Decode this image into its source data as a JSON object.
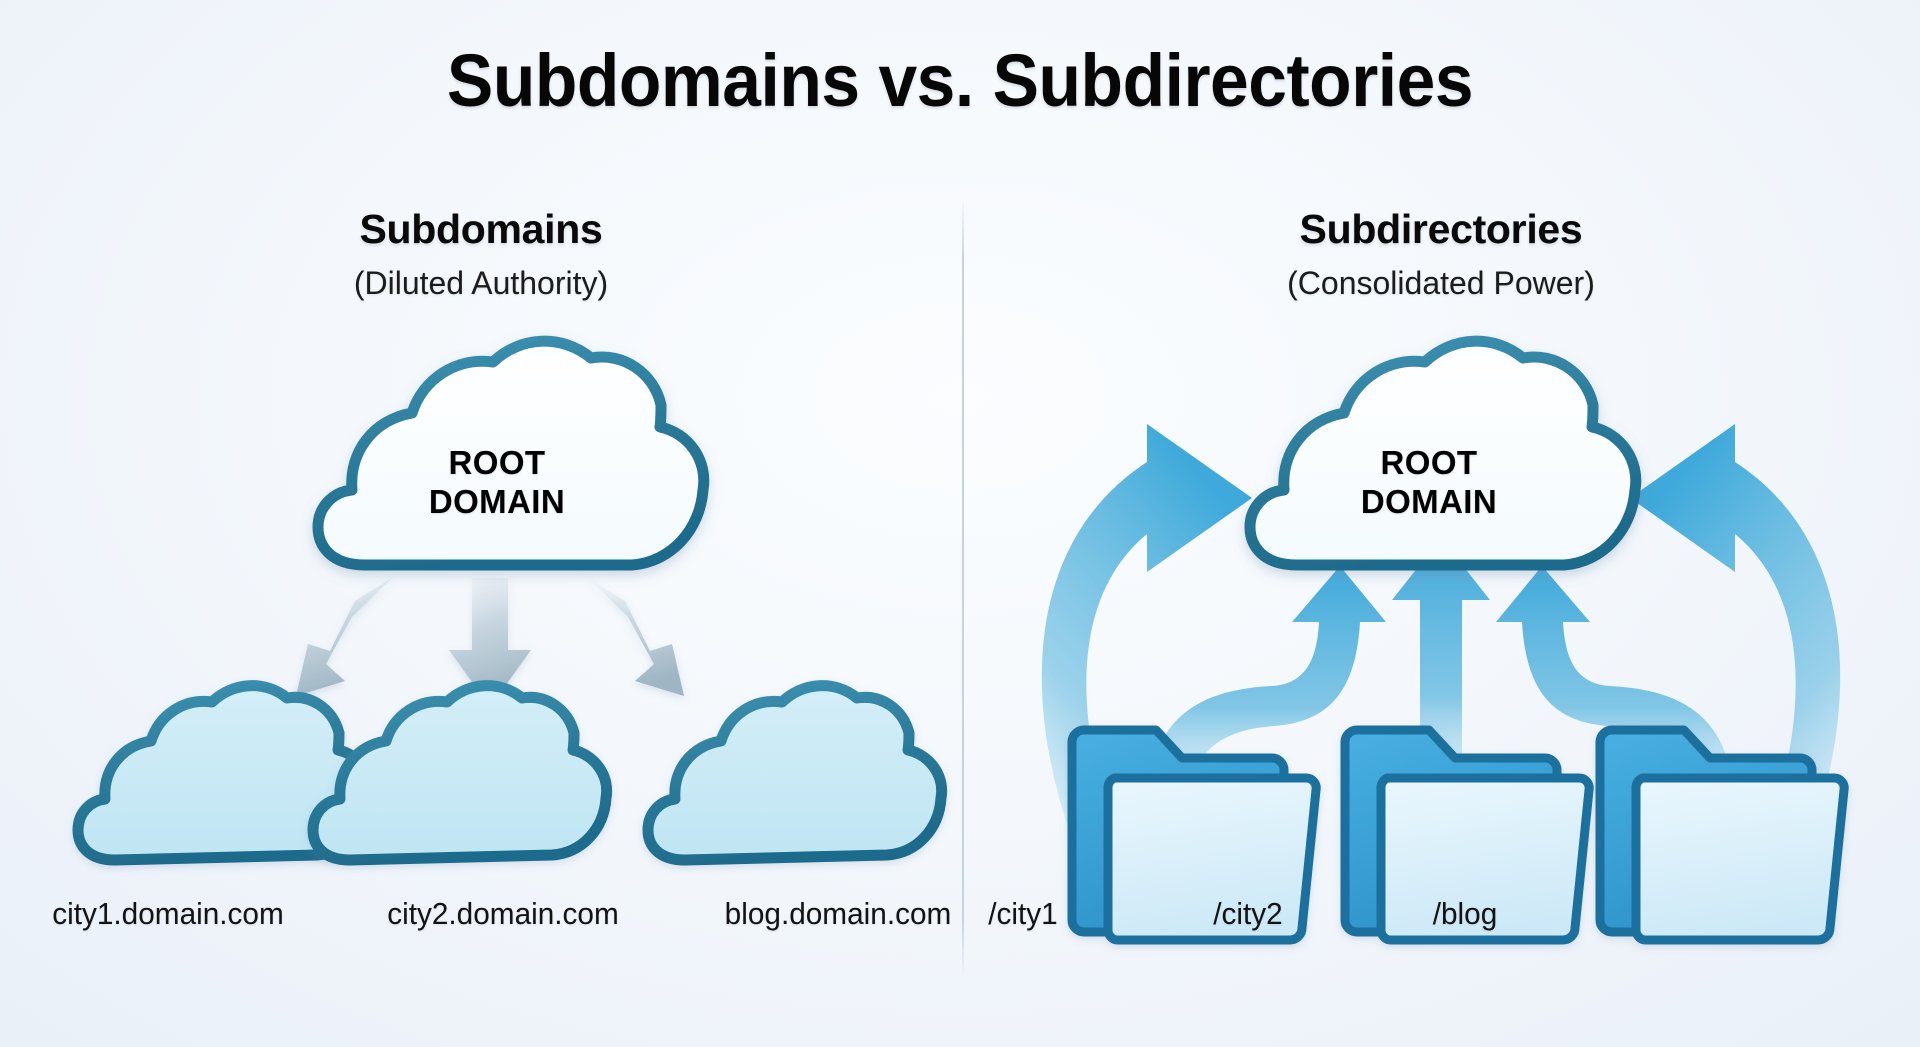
{
  "title": "Subdomains vs. Subdirectories",
  "colors": {
    "background": "#f4f8fc",
    "cloud_outline": "#2b7a99",
    "cloud_fill_light": "#c9e9f4",
    "cloud_fill_root": "#fdfeff",
    "folder_back": "#3ba5dd",
    "folder_front": "#dcf0fa",
    "folder_outline": "#2077a8",
    "arrow_blue": "#4fb3de",
    "arrow_gray": "#b6c7d2",
    "divider": "#bccbda",
    "text": "#0a0a0a"
  },
  "left_panel": {
    "heading": "Subdomains",
    "subheading": "(Diluted Authority)",
    "root_label": "ROOT\nDOMAIN",
    "root_label_line1": "ROOT",
    "root_label_line2": "DOMAIN",
    "node_icon": "cloud-icon",
    "arrow_icon": "arrow-down-gray-icon",
    "arrow_direction": "outward-from-root",
    "nodes": [
      {
        "caption": "city1.domain.com"
      },
      {
        "caption": "city2.domain.com"
      },
      {
        "caption": "blog.domain.com"
      }
    ]
  },
  "right_panel": {
    "heading": "Subdirectories",
    "subheading": "(Consolidated Power)",
    "root_label": "ROOT\nDOMAIN",
    "root_label_line1": "ROOT",
    "root_label_line2": "DOMAIN",
    "node_icon": "folder-icon",
    "arrow_icon": "arrow-up-blue-icon",
    "arrow_direction": "inward-to-root",
    "nodes": [
      {
        "caption": "/city1"
      },
      {
        "caption": "/city2"
      },
      {
        "caption": "/blog"
      }
    ]
  }
}
